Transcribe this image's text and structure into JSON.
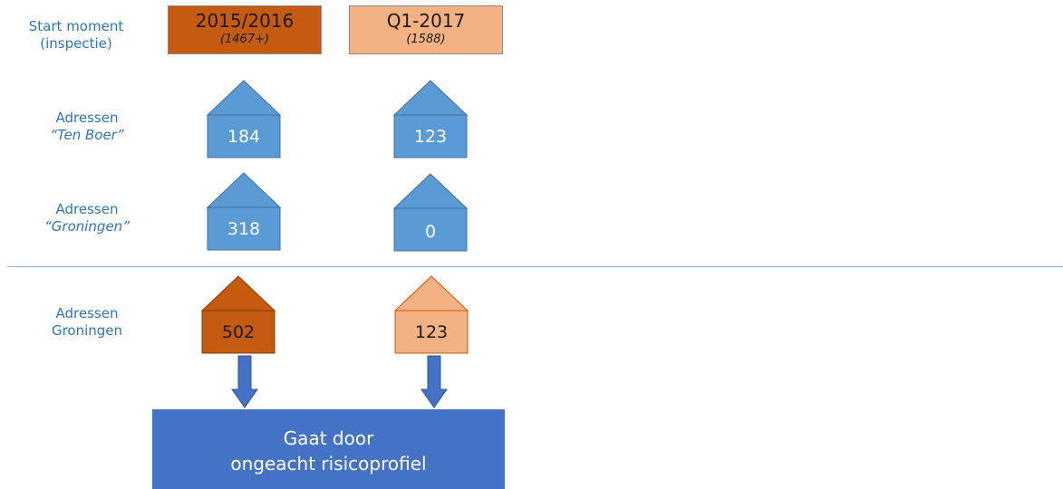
{
  "rows": {
    "start": {
      "line1": "Start moment",
      "line2": "(inspectie)"
    },
    "ten_boer": {
      "line1": "Adressen",
      "line2": "“Ten Boer”"
    },
    "groningen_q": {
      "line1": "Adressen",
      "line2": "“Groningen”"
    },
    "groningen": {
      "line1": "Adressen",
      "line2": "Groningen"
    }
  },
  "columns": [
    {
      "title": "2015/2016",
      "sub": "(1467+)",
      "color": "#c55a11"
    },
    {
      "title": "Q1-2017",
      "sub": "(1588)",
      "color": "#f4b183"
    }
  ],
  "values": {
    "ten_boer": [
      "184",
      "123"
    ],
    "groningen_q": [
      "318",
      "0"
    ],
    "groningen": [
      "502",
      "123"
    ]
  },
  "result_box": {
    "line1": "Gaat door",
    "line2": "ongeacht risicoprofiel",
    "color": "#4472c4"
  },
  "colors": {
    "house_blue": "#5b9bd5",
    "house_blue_border": "#41719c",
    "arrow_blue": "#4472c4",
    "label_blue": "#2e75b6"
  }
}
